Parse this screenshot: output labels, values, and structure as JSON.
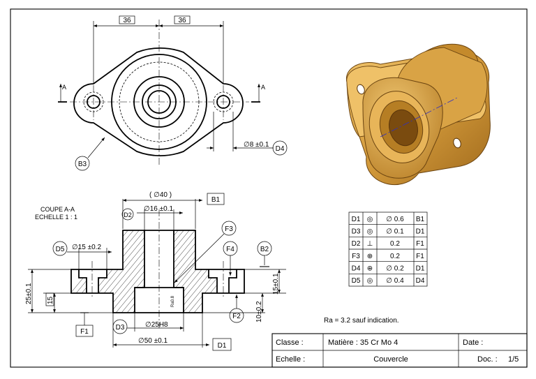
{
  "top_view": {
    "dim_left": "36",
    "dim_right": "36",
    "section_mark_left": "A",
    "section_mark_right": "A",
    "hole_dim": "∅8 ±0.1",
    "bubble_d4": "D4",
    "bubble_b3": "B3"
  },
  "section_view": {
    "title_line1": "COUPE A-A",
    "title_line2": "ECHELLE 1 : 1",
    "dim_d40": "( ∅40 )",
    "box_b1": "B1",
    "dim_d16": "∅16 ±0.1",
    "bubble_d2": "D2",
    "bubble_f3": "F3",
    "bubble_d5": "D5",
    "dim_d15": "∅15 ±0.2",
    "bubble_f4": "F4",
    "bubble_b2": "B2",
    "dim_25": "25±0.1",
    "box_15": "15",
    "dim_15r": "15±0.1",
    "roughness": "Ra0.8",
    "dim_10": "10±0.2",
    "bubble_f2": "F2",
    "box_f1": "F1",
    "bubble_d3": "D3",
    "dim_d25": "∅25H8",
    "dim_d50": "∅50 ±0.1",
    "box_d1": "D1"
  },
  "tolerance_table": [
    {
      "id": "D1",
      "sym": "◎",
      "val": "∅ 0.6",
      "ref": "B1"
    },
    {
      "id": "D3",
      "sym": "◎",
      "val": "∅ 0.1",
      "ref": "D1"
    },
    {
      "id": "D2",
      "sym": "⊥",
      "val": "0.2",
      "ref": "F1"
    },
    {
      "id": "F3",
      "sym": "⊕",
      "val": "0.2",
      "ref": "F1"
    },
    {
      "id": "D4",
      "sym": "⊕",
      "val": "∅ 0.2",
      "ref": "D1"
    },
    {
      "id": "D5",
      "sym": "◎",
      "val": "∅ 0.4",
      "ref": "D4"
    }
  ],
  "note": "Ra = 3.2 sauf indication.",
  "title_block": {
    "classe_label": "Classe :",
    "matiere": "Matière : 35 Cr Mo 4",
    "date_label": "Date :",
    "echelle_label": "Echelle :",
    "name": "Couvercle",
    "doc_label": "Doc. :",
    "doc_value": "1/5"
  },
  "colors": {
    "bronze_light": "#e6b65c",
    "bronze_mid": "#c9912e",
    "bronze_dark": "#8a5a14"
  }
}
